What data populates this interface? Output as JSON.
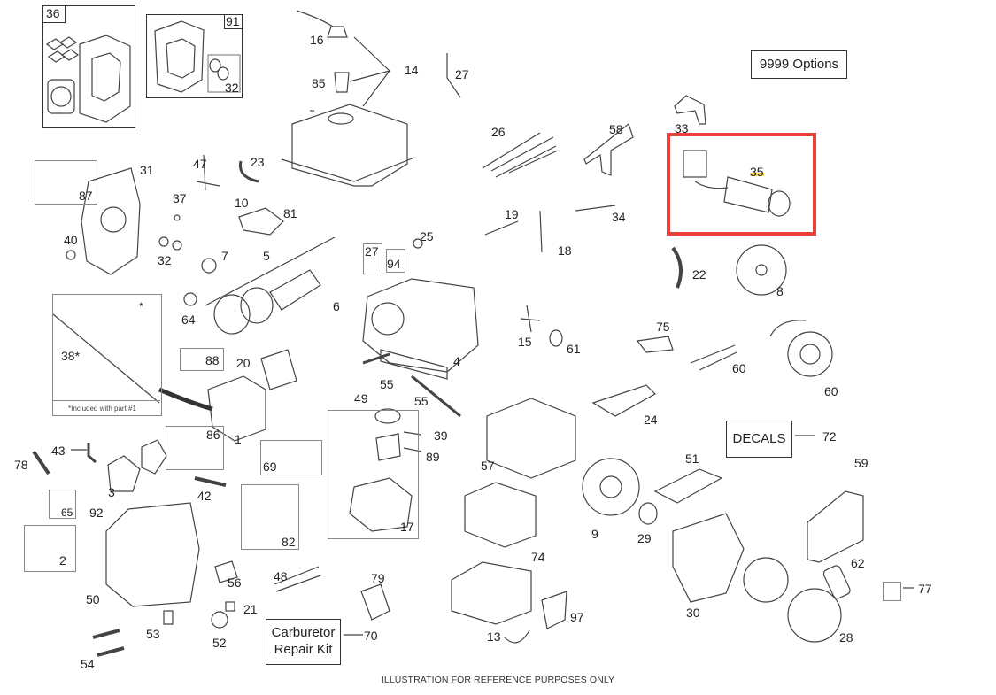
{
  "diagram": {
    "type": "exploded-parts-diagram",
    "footer": "ILLUSTRATION FOR REFERENCE PURPOSES ONLY",
    "highlight": {
      "part": "35",
      "color": "#e8413c",
      "marker_color": "#ffe14a"
    },
    "boxed_labels": {
      "options": "9999  Options",
      "decals": "DECALS",
      "carb_kit_line1": "Carburetor",
      "carb_kit_line2": "Repair Kit"
    },
    "kit_note": "*Included with part #1",
    "kit_star": "*",
    "kits": {
      "k36": "36",
      "k91": "91",
      "k32": "32",
      "k87": "87",
      "k38": "38*",
      "k88": "88",
      "k86": "86",
      "k69": "69",
      "k82": "82",
      "k65": "65",
      "k2": "2",
      "k27": "27",
      "k94": "94",
      "k77": "77"
    },
    "parts": {
      "p16": "16",
      "p14": "14",
      "p85": "85",
      "p27b": "27",
      "p26": "26",
      "p58": "58",
      "p33": "33",
      "p35": "35",
      "p31": "31",
      "p47": "47",
      "p23": "23",
      "p37": "37",
      "p10": "10",
      "p81": "81",
      "p40": "40",
      "p32b": "32",
      "p7": "7",
      "p5": "5",
      "p6": "6",
      "p64": "64",
      "p25": "25",
      "p4": "4",
      "p55a": "55",
      "p49": "49",
      "p55b": "55",
      "p19": "19",
      "p34": "34",
      "p18": "18",
      "p22": "22",
      "p8": "8",
      "p15": "15",
      "p61": "61",
      "p75": "75",
      "p60a": "60",
      "p60b": "60",
      "p20": "20",
      "p1": "1",
      "p39": "39",
      "p89": "89",
      "p17": "17",
      "p24": "24",
      "p57": "57",
      "p72": "72",
      "p59": "59",
      "p51": "51",
      "p9": "9",
      "p29": "29",
      "p74": "74",
      "p62": "62",
      "p30": "30",
      "p28": "28",
      "p43": "43",
      "p78": "78",
      "p3": "3",
      "p42": "42",
      "p92": "92",
      "p50": "50",
      "p56": "56",
      "p21": "21",
      "p48": "48",
      "p79": "79",
      "p70": "70",
      "p53": "53",
      "p52": "52",
      "p54": "54",
      "p13": "13",
      "p97": "97"
    }
  }
}
